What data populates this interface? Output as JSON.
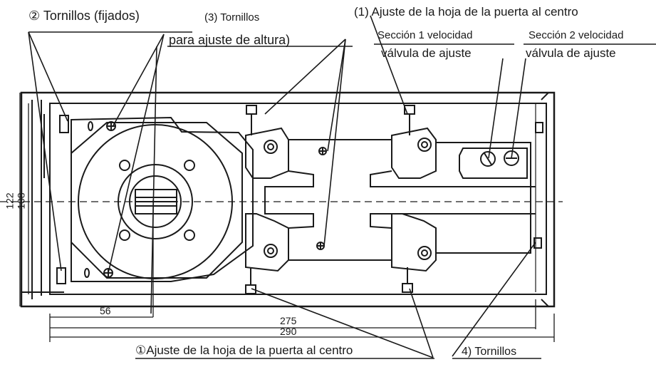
{
  "labels": {
    "screws_fixed": "② Tornillos (fijados)",
    "screws_height_line1": "(3) Tornillos",
    "screws_height_line2": "para ajuste de altura)",
    "door_leaf_center_top": "(1) Ajuste de la hoja de la puerta al centro",
    "section1_line1": "Sección 1 velocidad",
    "section1_line2": "válvula de ajuste",
    "section2_line1": "Sección 2 velocidad",
    "section2_line2": "válvula de ajuste",
    "door_leaf_center_bottom": "①Ajuste de la hoja de la puerta al centro",
    "screws_4": "4) Tornillos"
  },
  "dimensions": {
    "height_outer": "122",
    "height_inner": "108",
    "width_56": "56",
    "width_275": "275",
    "width_290": "290"
  },
  "colors": {
    "ink": "#1a1a1a",
    "paper": "#ffffff"
  }
}
